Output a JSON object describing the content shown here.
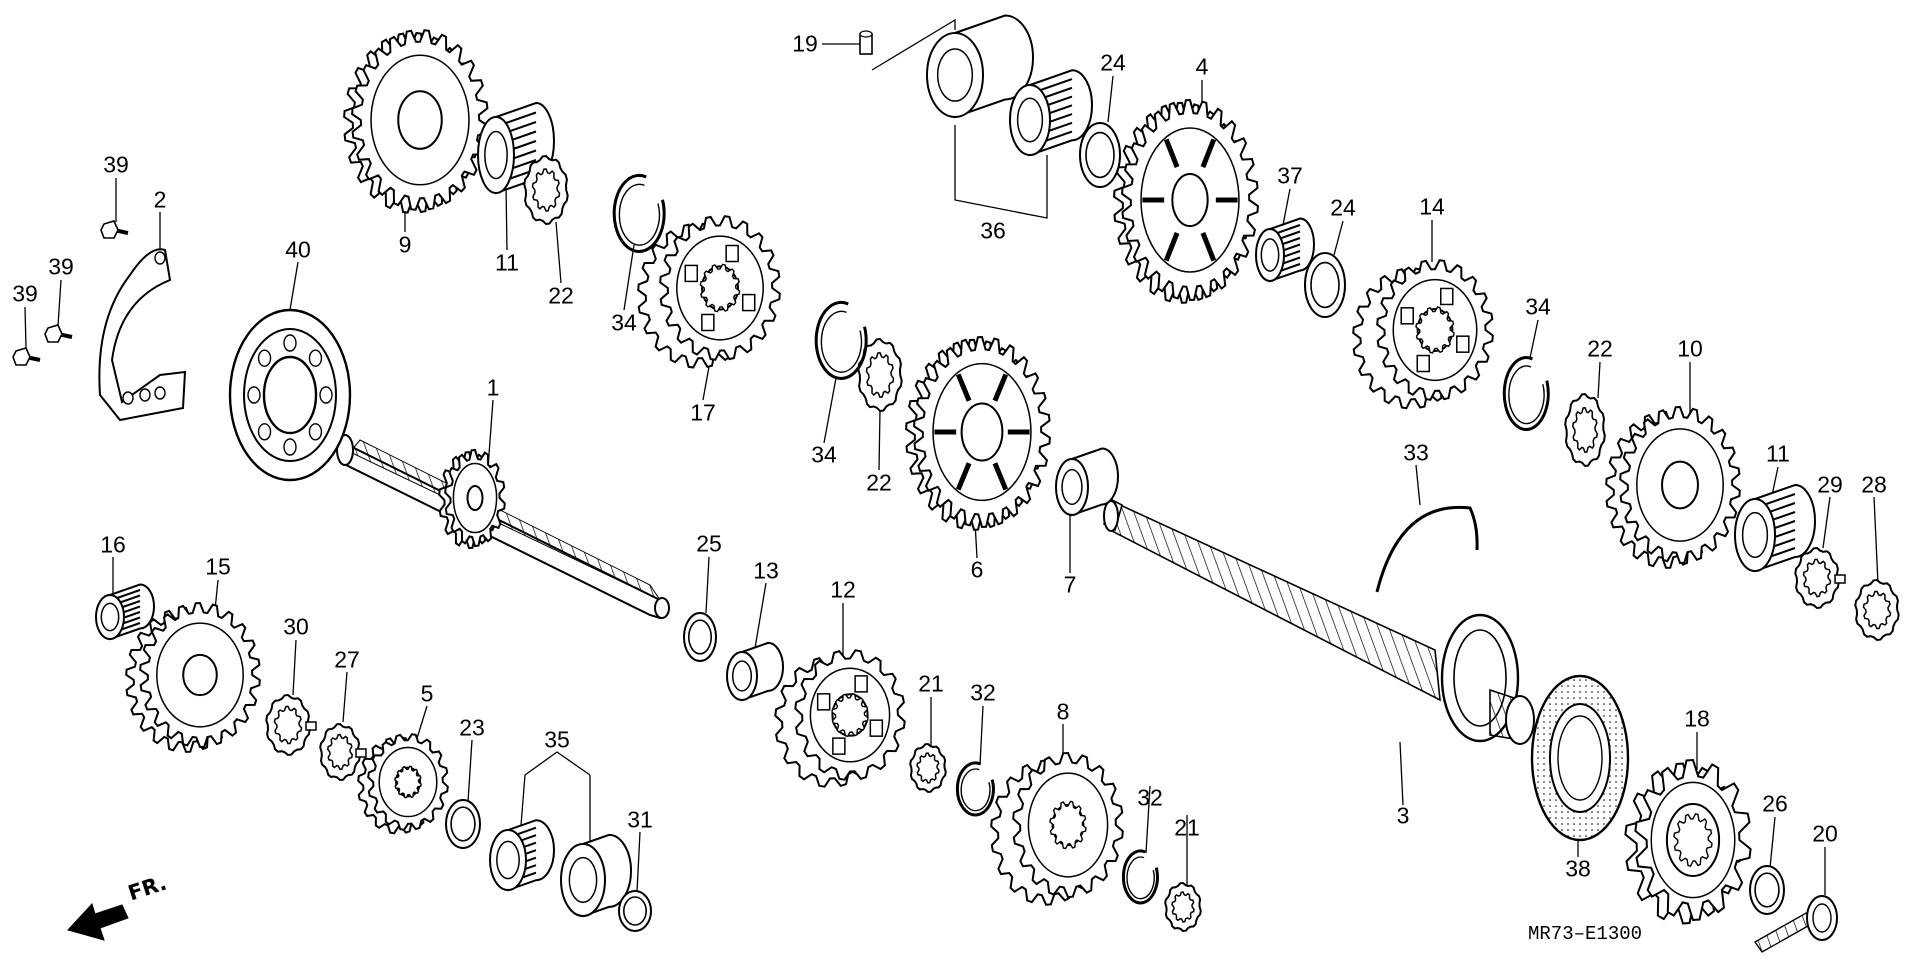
{
  "diagram": {
    "drawing_code": "MR73–E1300",
    "direction_marker": "FR.",
    "callouts": [
      "1",
      "2",
      "3",
      "4",
      "5",
      "6",
      "7",
      "8",
      "9",
      "10",
      "11",
      "11",
      "12",
      "13",
      "14",
      "15",
      "16",
      "17",
      "18",
      "19",
      "20",
      "21",
      "21",
      "22",
      "22",
      "22",
      "23",
      "24",
      "24",
      "25",
      "26",
      "27",
      "28",
      "29",
      "30",
      "31",
      "32",
      "32",
      "33",
      "34",
      "34",
      "34",
      "35",
      "36",
      "37",
      "38",
      "39",
      "39",
      "39",
      "40"
    ]
  },
  "colors": {
    "ink": "#000000",
    "paper": "#ffffff"
  }
}
